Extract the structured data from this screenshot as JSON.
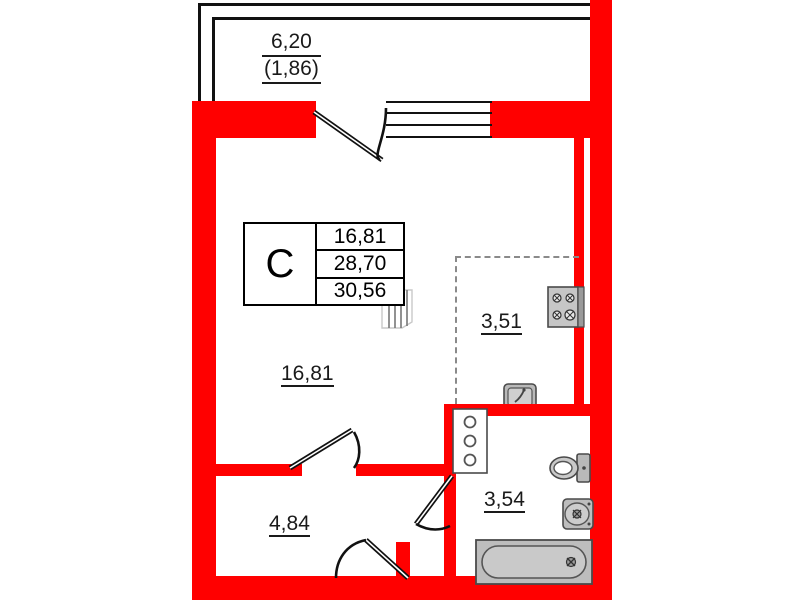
{
  "plan": {
    "title": "Apartment floor plan",
    "unit_type": "studio",
    "wall_color": "#ff0000",
    "line_color": "#111111",
    "fixture_fill": "#bfbfbf",
    "fixture_stroke": "#4a4a4a",
    "dashed_color": "#8a8a8a"
  },
  "stamp": {
    "letter": "C",
    "rows": [
      {
        "name": "living-area",
        "value": "16,81"
      },
      {
        "name": "total-area-excl-balcony",
        "value": "28,70"
      },
      {
        "name": "total-area-incl-balcony",
        "value": "30,56"
      }
    ]
  },
  "balcony": {
    "length": "6,20",
    "area": "(1,86)"
  },
  "rooms": [
    {
      "name": "living-room",
      "area": "16,81"
    },
    {
      "name": "kitchen-niche",
      "area": "3,51"
    },
    {
      "name": "hall",
      "area": "4,84"
    },
    {
      "name": "bathroom",
      "area": "3,54"
    }
  ],
  "fixtures": [
    {
      "name": "stove",
      "label": "4-burner cooktop"
    },
    {
      "name": "kitchen-sink",
      "label": "sink"
    },
    {
      "name": "riser-block",
      "label": "utility riser"
    },
    {
      "name": "toilet",
      "label": "toilet"
    },
    {
      "name": "washbasin",
      "label": "washbasin"
    },
    {
      "name": "bathtub",
      "label": "bathtub"
    },
    {
      "name": "radiator",
      "label": "radiator"
    }
  ],
  "openings": [
    {
      "name": "balcony-door",
      "label": "balcony door"
    },
    {
      "name": "balcony-window",
      "label": "window"
    },
    {
      "name": "hall-door",
      "label": "hall door"
    },
    {
      "name": "bathroom-door",
      "label": "bathroom door"
    },
    {
      "name": "entrance-door",
      "label": "entrance door"
    }
  ]
}
